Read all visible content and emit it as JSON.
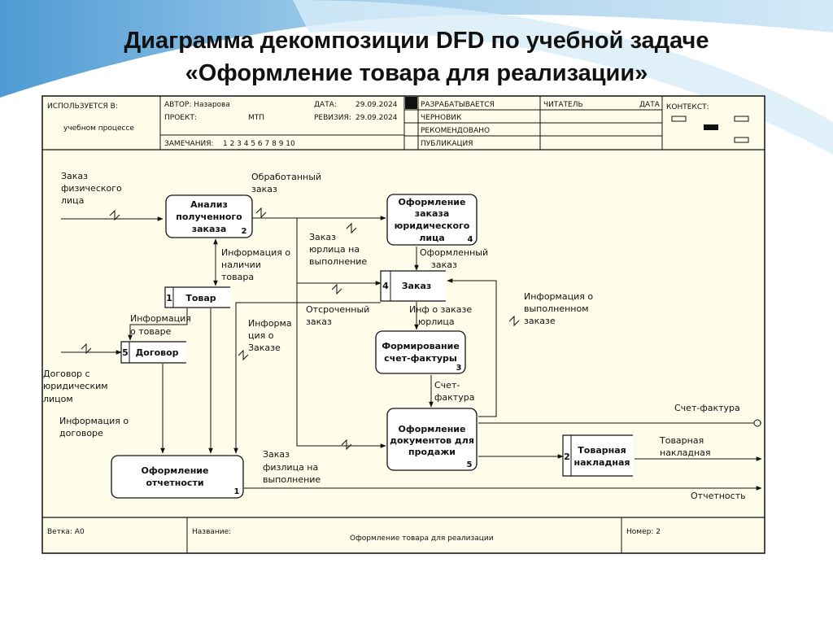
{
  "title": {
    "line1": "Диаграмма декомпозиции DFD по учебной задаче",
    "line2": "«Оформление товара для реализации»"
  },
  "header": {
    "used_in_label": "ИСПОЛЬЗУЕТСЯ В:",
    "used_in_value": "учебном процессе",
    "author_label": "АВТОР: Назарова",
    "project_label": "ПРОЕКТ:",
    "project_value": "МТП",
    "date_label": "ДАТА:",
    "date_value": "29.09.2024",
    "revision_label": "РЕВИЗИЯ:",
    "revision_value": "29.09.2024",
    "notes_label": "ЗАМЕЧАНИЯ:",
    "notes_numbers": "1 2 3 4 5 6 7 8 9 10",
    "status_working": "РАЗРАБАТЫВАЕТСЯ",
    "status_draft": "ЧЕРНОВИК",
    "status_recommended": "РЕКОМЕНДОВАНО",
    "status_publication": "ПУБЛИКАЦИЯ",
    "reader_label": "ЧИТАТЕЛЬ",
    "date_col_label": "ДАТА",
    "context_label": "КОНТЕКСТ:"
  },
  "footer": {
    "node_label": "Ветка: А0",
    "name_label": "Название:",
    "name_value": "Оформление товара для реализации",
    "number_label": "Номер: 2"
  },
  "processes": [
    {
      "id": "analysis",
      "lines": [
        "Анализ",
        "полученного",
        "заказа"
      ],
      "number": "2"
    },
    {
      "id": "legal-order",
      "lines": [
        "Оформление",
        "заказа",
        "юридического",
        "лица"
      ],
      "number": "4"
    },
    {
      "id": "invoice",
      "lines": [
        "Формирование",
        "счет-фактуры"
      ],
      "number": "3"
    },
    {
      "id": "sales-docs",
      "lines": [
        "Оформление",
        "документов для",
        "продажи"
      ],
      "number": "5"
    },
    {
      "id": "reporting",
      "lines": [
        "Оформление",
        "отчетности"
      ],
      "number": "1"
    }
  ],
  "stores": [
    {
      "id": "goods",
      "number": "1",
      "label": "Товар"
    },
    {
      "id": "contract",
      "number": "5",
      "label": "Договор"
    },
    {
      "id": "order",
      "number": "4",
      "label": "Заказ"
    },
    {
      "id": "waybill",
      "number": "2",
      "label_lines": [
        "Товарная",
        "накладная"
      ]
    }
  ],
  "flows": {
    "physical_order": [
      "Заказ",
      "физического",
      "лица"
    ],
    "processed_order": [
      "Обработанный",
      "заказ"
    ],
    "goods_info": [
      "Информация о",
      "наличии",
      "товара"
    ],
    "legal_order_exec": [
      "Заказ",
      "юрлица на",
      "выполнение"
    ],
    "issued_order": [
      "Оформленный",
      "заказ"
    ],
    "completed_order_info": [
      "Информация о",
      "выполненном",
      "заказе"
    ],
    "deferred_order": [
      "Отсроченный",
      "заказ"
    ],
    "order_info_legal": [
      "Инф о заказе",
      "юрлица"
    ],
    "product_info": [
      "Информация",
      "о товаре"
    ],
    "order_info": [
      "Информа",
      "ция о",
      "Заказе"
    ],
    "legal_contract": [
      "Договор с",
      "юридическим",
      "лицом"
    ],
    "contract_info": [
      "Информация о",
      "договоре"
    ],
    "invoice_flow": [
      "Счет-",
      "фактура"
    ],
    "physical_order_exec": [
      "Заказ",
      "физлица на",
      "выполнение"
    ],
    "invoice_out": "Счет-фактура",
    "waybill_out": [
      "Товарная",
      "накладная"
    ],
    "reporting_out": "Отчетность"
  }
}
